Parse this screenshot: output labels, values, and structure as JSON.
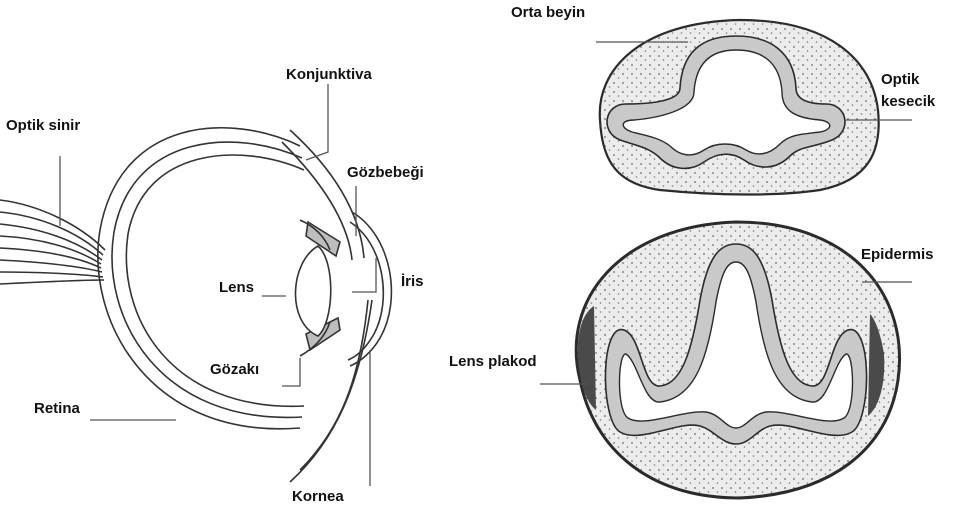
{
  "eye": {
    "labels": {
      "optic_nerve": "Optik sinir",
      "conjunctiva": "Konjunktiva",
      "pupil": "Gözbebeği",
      "lens": "Lens",
      "iris": "İris",
      "ciliary": "Gözakı",
      "retina": "Retina",
      "cornea": "Kornea"
    }
  },
  "embryo_top": {
    "labels": {
      "midbrain": "Orta beyin",
      "optic_vesicle_line1": "Optik",
      "optic_vesicle_line2": "kesecik"
    }
  },
  "embryo_bottom": {
    "labels": {
      "epidermis": "Epidermis",
      "lens_placode": "Lens plakod"
    }
  },
  "colors": {
    "outline": "#2b2b2b",
    "tissue_fill": "#c9c9c9",
    "mesenchyme_fill": "#ededed",
    "placode_fill": "#4a4a4a",
    "eye_stroke": "#333333"
  }
}
